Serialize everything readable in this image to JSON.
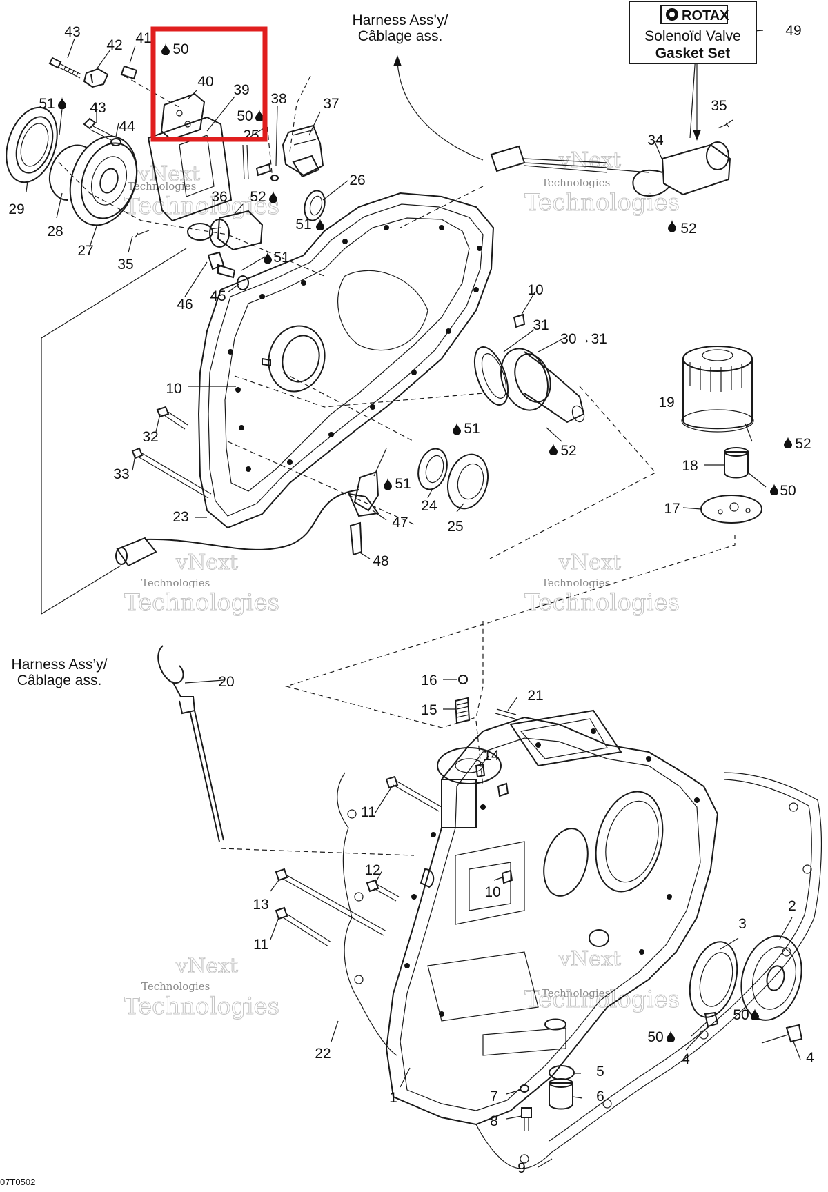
{
  "diagram_code": "07T0502",
  "highlight_color": "#e01e1e",
  "rotax_box": {
    "brand": "ROTAX",
    "line1": "Solenoïd Valve",
    "line2": "Gasket Set",
    "ref": "49"
  },
  "harness_top": {
    "line1": "Harness Ass’y/",
    "line2": "Câblage ass."
  },
  "harness_left": {
    "line1": "Harness Ass’y/",
    "line2": "Câblage ass."
  },
  "watermark": {
    "line1": "vNext",
    "line2": "Technologies"
  },
  "callouts": {
    "p43a": "43",
    "p42": "42",
    "p41": "41",
    "p50a": "50",
    "p40": "40",
    "p39": "39",
    "p50b": "50",
    "p38": "38",
    "p37": "37",
    "p51a": "51",
    "p43b": "43",
    "p44": "44",
    "p25a": "25",
    "p36": "36",
    "p52a": "52",
    "p26": "26",
    "p51b": "51",
    "p29": "29",
    "p28": "28",
    "p27": "27",
    "p35a": "35",
    "p46": "46",
    "p45": "45",
    "p51c": "51",
    "p35b": "35",
    "p34": "34",
    "p52b": "52",
    "p10a": "10",
    "p31": "31",
    "p30": "30→31",
    "p10b": "10",
    "p32": "32",
    "p33": "33",
    "p23": "23",
    "p51d": "51",
    "p52c": "52",
    "p24": "24",
    "p25b": "25",
    "p51e": "51",
    "p47": "47",
    "p48": "48",
    "p19": "19",
    "p52d": "52",
    "p18": "18",
    "p50c": "50",
    "p17": "17",
    "p20": "20",
    "p16": "16",
    "p15": "15",
    "p21": "21",
    "p14": "14",
    "p11a": "11",
    "p12": "12",
    "p10c": "10",
    "p13": "13",
    "p11b": "11",
    "p22": "22",
    "p1": "1",
    "p3": "3",
    "p2": "2",
    "p50d": "50",
    "p4a": "4",
    "p50e": "50",
    "p4b": "4",
    "p5": "5",
    "p6": "6",
    "p7": "7",
    "p8": "8",
    "p9": "9"
  }
}
